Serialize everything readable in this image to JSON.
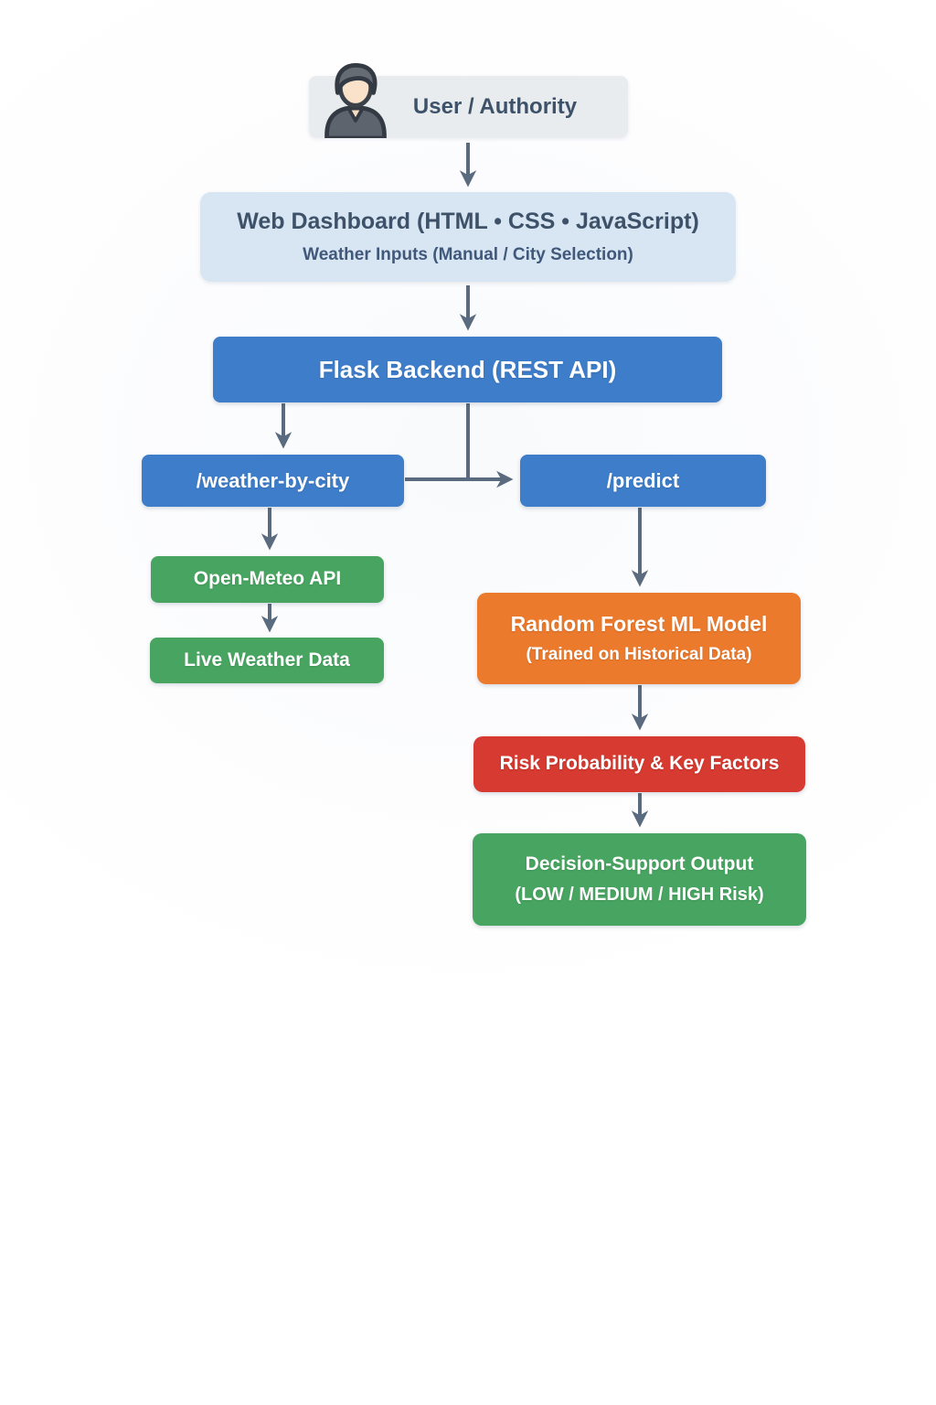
{
  "page": {
    "background": "#ffffff"
  },
  "diagram": {
    "arrow_color": "#5b6b7f",
    "nodes": {
      "user": {
        "label": "User / Authority",
        "icon": "person-icon",
        "bg": "#e9ecef",
        "text_color": "#3d5269"
      },
      "dashboard": {
        "title": "Web Dashboard (HTML • CSS • JavaScript)",
        "subtitle": "Weather Inputs (Manual / City Selection)",
        "bg": "#d8e5f3",
        "text_color": "#3a5270"
      },
      "flask": {
        "label": "Flask Backend (REST API)",
        "bg": "#3e7dc9",
        "text_color": "#ffffff"
      },
      "weather_by_city": {
        "label": "/weather-by-city",
        "bg": "#3e7dc9",
        "text_color": "#ffffff"
      },
      "predict": {
        "label": "/predict",
        "bg": "#3e7dc9",
        "text_color": "#ffffff"
      },
      "open_meteo": {
        "label": "Open-Meteo API",
        "bg": "#48a561",
        "text_color": "#ffffff"
      },
      "live_weather": {
        "label": "Live Weather Data",
        "bg": "#48a561",
        "text_color": "#ffffff"
      },
      "random_forest": {
        "title": "Random Forest ML Model",
        "subtitle": "(Trained on Historical Data)",
        "bg": "#eb7a2d",
        "text_color": "#ffffff"
      },
      "risk": {
        "label": "Risk Probability & Key Factors",
        "bg": "#d63a30",
        "text_color": "#ffffff"
      },
      "decision": {
        "title": "Decision-Support Output",
        "subtitle": "(LOW / MEDIUM / HIGH Risk)",
        "bg": "#48a561",
        "text_color": "#ffffff"
      }
    },
    "edges": [
      {
        "from": "user",
        "to": "dashboard"
      },
      {
        "from": "dashboard",
        "to": "flask"
      },
      {
        "from": "flask",
        "to": "weather_by_city"
      },
      {
        "from": "flask",
        "to": "predict"
      },
      {
        "from": "weather_by_city",
        "to": "open_meteo"
      },
      {
        "from": "open_meteo",
        "to": "live_weather"
      },
      {
        "from": "predict",
        "to": "random_forest"
      },
      {
        "from": "random_forest",
        "to": "risk"
      },
      {
        "from": "risk",
        "to": "decision"
      }
    ]
  }
}
